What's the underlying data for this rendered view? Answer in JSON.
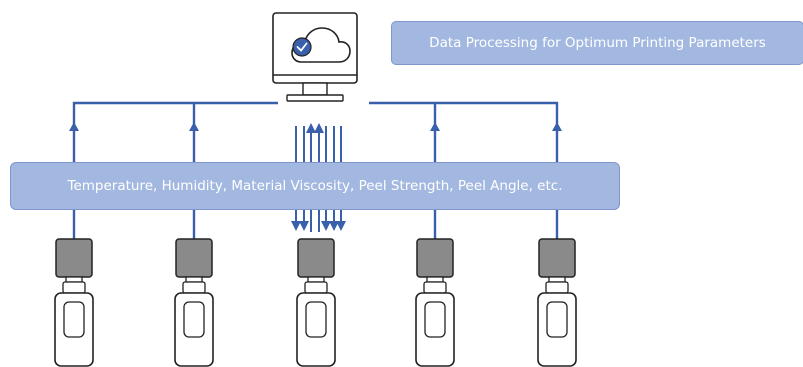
{
  "top_label": "Data Processing for Optimum Printing Parameters",
  "parameters_label": "Temperature, Humidity, Material Viscosity, Peel Strength, Peel Angle, etc.",
  "icons": {
    "server": "cloud-computer-icon",
    "cloud_badge": "checkmark-icon",
    "printer": "printer-icon"
  },
  "printer_count": 5,
  "colors": {
    "line": "#3a5fab",
    "label_fill": "#a3b8e0",
    "label_text": "#ffffff",
    "printer_head": "#8a8a8a",
    "outline": "#222222"
  }
}
